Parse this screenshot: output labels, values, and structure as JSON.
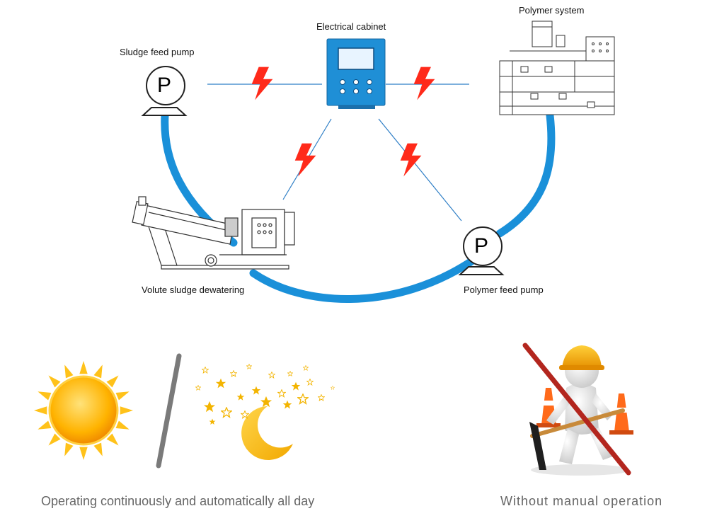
{
  "labels": {
    "sludge_feed_pump": "Sludge feed pump",
    "electrical_cabinet": "Electrical cabinet",
    "polymer_system": "Polymer system",
    "volute_sludge_dewatering": "Volute sludge dewatering",
    "polymer_feed_pump": "Polymer feed pump",
    "pump_letter": "P"
  },
  "captions": {
    "left": "Operating continuously and automatically all day",
    "right": "Without manual operation"
  },
  "colors": {
    "pipe": "#1a90d9",
    "signal": "#ff2a1a",
    "cabinet": "#1f8fd6",
    "sun": "#ffb400",
    "moon": "#ffc21c",
    "divider": "#7a7a7a",
    "prohibit": "#b3261e",
    "helmet": "#f6a800"
  }
}
